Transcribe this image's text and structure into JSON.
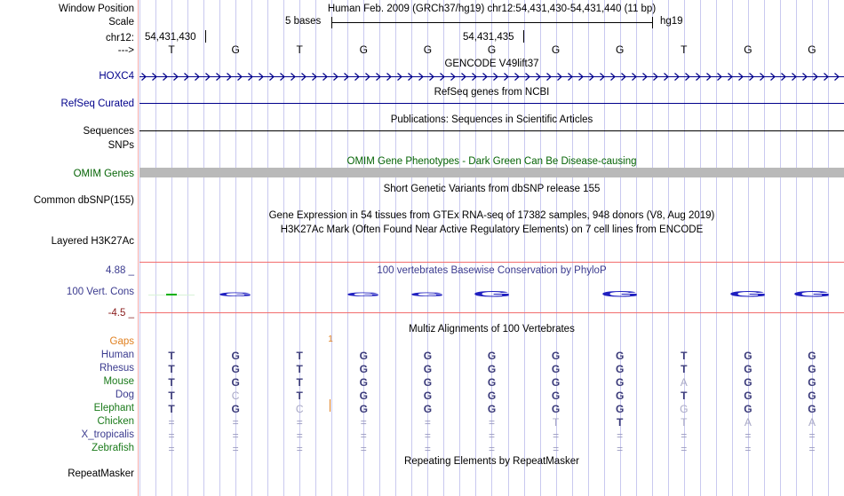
{
  "header": {
    "assembly_line": "Human Feb. 2009 (GRCh37/hg19)   chr12:54,431,430-54,431,440 (11 bp)",
    "scale_label": "5 bases",
    "scale_db": "hg19",
    "chrom_label": "chr12:",
    "coord_left": "54,431,430",
    "coord_mid": "54,431,435",
    "strand_arrow": "--->"
  },
  "row_labels": {
    "window_position": "Window Position",
    "scale": "Scale",
    "chrom": "chr12:",
    "strand": "--->",
    "hoxc4": "HOXC4",
    "refseq_curated": "RefSeq Curated",
    "sequences": "Sequences",
    "snps": "SNPs",
    "omim_genes": "OMIM Genes",
    "common_dbsnp": "Common dbSNP(155)",
    "layered_h3k27ac": "Layered H3K27Ac",
    "cons_max": "4.88 _",
    "cons_title": "100 Vert. Cons",
    "cons_min": "-4.5 _",
    "gaps": "Gaps",
    "repeatmasker": "RepeatMasker"
  },
  "center_labels": {
    "gencode": "GENCODE V49lift37",
    "refseq": "RefSeq genes from NCBI",
    "publications": "Publications: Sequences in Scientific Articles",
    "omim": "OMIM Gene Phenotypes - Dark Green Can Be Disease-causing",
    "dbsnp": "Short Genetic Variants from dbSNP release 155",
    "gtex": "Gene Expression in 54 tissues from GTEx RNA-seq of 17382 samples, 948 donors (V8, Aug 2019)",
    "h3k27ac": "H3K27Ac Mark (Often Found Near Active Regulatory Elements) on 7 cell lines from ENCODE",
    "phylop": "100 vertebrates Basewise Conservation by PhyloP",
    "multiz": "Multiz Alignments of 100 Vertebrates",
    "repeatmasker": "Repeating Elements by RepeatMasker"
  },
  "sequence": {
    "bases": [
      "T",
      "G",
      "T",
      "G",
      "G",
      "G",
      "G",
      "G",
      "T",
      "G",
      "G"
    ]
  },
  "conservation": {
    "max": "4.88",
    "min": "-4.5",
    "glyphs": [
      {
        "base": "",
        "kind": "tiny-green"
      },
      {
        "base": "G",
        "kind": "small"
      },
      {
        "base": "",
        "kind": "none"
      },
      {
        "base": "G",
        "kind": "small"
      },
      {
        "base": "G",
        "kind": "small"
      },
      {
        "base": "G",
        "kind": "large"
      },
      {
        "base": "",
        "kind": "none"
      },
      {
        "base": "G",
        "kind": "large"
      },
      {
        "base": "",
        "kind": "none"
      },
      {
        "base": "G",
        "kind": "large"
      },
      {
        "base": "G",
        "kind": "large"
      }
    ]
  },
  "species": [
    {
      "name": "Human",
      "color": "#3b3b8f"
    },
    {
      "name": "Rhesus",
      "color": "#3b3b8f"
    },
    {
      "name": "Mouse",
      "color": "#1a7a1a"
    },
    {
      "name": "Dog",
      "color": "#3b3b8f"
    },
    {
      "name": "Elephant",
      "color": "#1a7a1a"
    },
    {
      "name": "Chicken",
      "color": "#1a7a1a"
    },
    {
      "name": "X_tropicalis",
      "color": "#3b3b8f"
    },
    {
      "name": "Zebrafish",
      "color": "#1a7a1a"
    }
  ],
  "alignment": {
    "rows": [
      {
        "species": "Human",
        "cells": [
          "T",
          "G",
          "T",
          "G",
          "G",
          "G",
          "G",
          "G",
          "T",
          "G",
          "G"
        ]
      },
      {
        "species": "Rhesus",
        "cells": [
          "T",
          "G",
          "T",
          "G",
          "G",
          "G",
          "G",
          "G",
          "T",
          "G",
          "G"
        ]
      },
      {
        "species": "Mouse",
        "cells": [
          "T",
          "G",
          "T",
          "G",
          "G",
          "G",
          "G",
          "G",
          "A",
          "G",
          "G"
        ]
      },
      {
        "species": "Dog",
        "cells": [
          "T",
          "C",
          "T",
          "G",
          "G",
          "G",
          "G",
          "G",
          "T",
          "G",
          "G"
        ]
      },
      {
        "species": "Elephant",
        "cells": [
          "T",
          "G",
          "C",
          "G",
          "G",
          "G",
          "G",
          "G",
          "G",
          "G",
          "G"
        ]
      },
      {
        "species": "Chicken",
        "cells": [
          "=",
          "=",
          "=",
          "=",
          "=",
          "=",
          "T",
          "T",
          "T",
          "A",
          "A"
        ]
      },
      {
        "species": "X_tropicalis",
        "cells": [
          "=",
          "=",
          "=",
          "=",
          "=",
          "=",
          "=",
          "=",
          "=",
          "=",
          "="
        ]
      },
      {
        "species": "Zebrafish",
        "cells": [
          "=",
          "=",
          "=",
          "=",
          "=",
          "=",
          "=",
          "=",
          "=",
          "=",
          "="
        ]
      }
    ],
    "mismatch_map": [
      [
        0,
        0,
        0,
        0,
        0,
        0,
        0,
        0,
        0,
        0,
        0
      ],
      [
        0,
        0,
        0,
        0,
        0,
        0,
        0,
        0,
        0,
        0,
        0
      ],
      [
        0,
        0,
        0,
        0,
        0,
        0,
        0,
        0,
        1,
        0,
        0
      ],
      [
        0,
        1,
        0,
        0,
        0,
        0,
        0,
        0,
        0,
        0,
        0
      ],
      [
        0,
        0,
        1,
        0,
        0,
        0,
        0,
        0,
        1,
        0,
        0
      ],
      [
        1,
        1,
        1,
        1,
        1,
        1,
        1,
        0,
        1,
        1,
        1
      ],
      [
        1,
        1,
        1,
        1,
        1,
        1,
        1,
        1,
        1,
        1,
        1
      ],
      [
        1,
        1,
        1,
        1,
        1,
        1,
        1,
        1,
        1,
        1,
        1
      ]
    ]
  },
  "gaps": {
    "marker_label": "1",
    "marker_base_index": 3
  },
  "colors": {
    "gridline": "#c9c9ef",
    "window_divider": "#f3a8a8",
    "track_navy": "#00008b",
    "omim_green": "#056405",
    "gray_bar": "#b9b9b9",
    "conservation_blue": "#2020c0",
    "gaps_orange": "#e08020",
    "match_navy": "#3b3b7a",
    "mismatch_gray": "#a9a9c6"
  }
}
